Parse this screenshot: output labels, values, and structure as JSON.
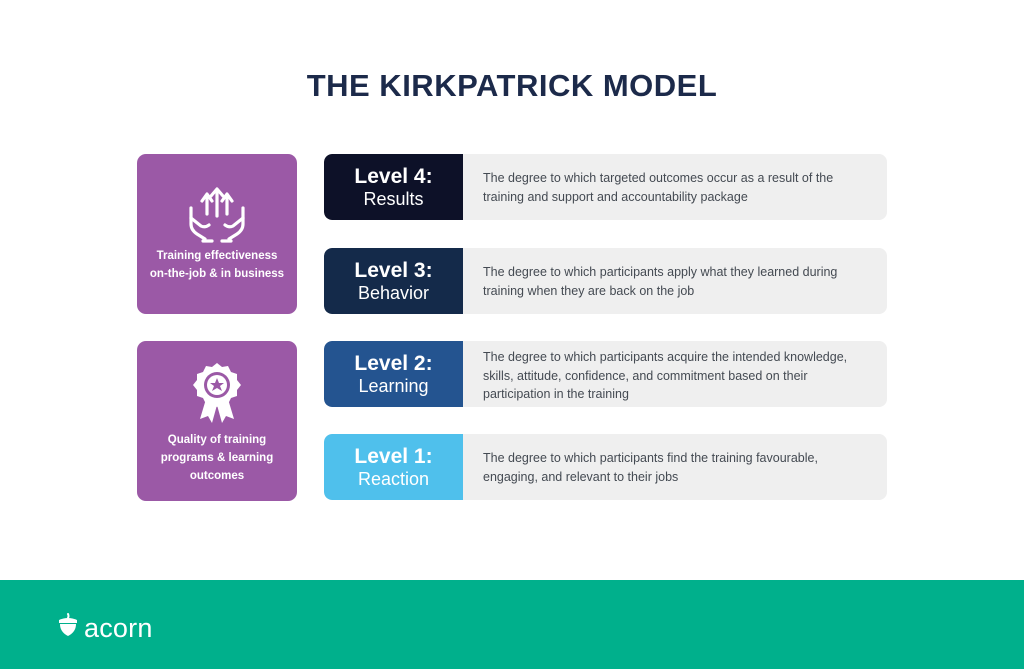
{
  "title": "THE KIRKPATRICK MODEL",
  "groups": [
    {
      "label_lines": [
        "Training effectiveness",
        "on-the-job & in business"
      ],
      "icon": "hands-arrows-up-icon",
      "color": "#9b59a6"
    },
    {
      "label_lines": [
        "Quality of training",
        "programs & learning",
        "outcomes"
      ],
      "icon": "award-ribbon-icon",
      "color": "#9b59a6"
    }
  ],
  "levels": [
    {
      "level": "Level 4:",
      "name": "Results",
      "color": "#0d1128",
      "description": "The degree to which targeted outcomes occur as a result of the training and support and accountability package"
    },
    {
      "level": "Level 3:",
      "name": "Behavior",
      "color": "#142a4a",
      "description": "The degree to which participants apply what they learned during training when they are back on the job"
    },
    {
      "level": "Level 2:",
      "name": "Learning",
      "color": "#245490",
      "description": "The degree to which participants acquire the intended knowledge, skills, attitude, confidence, and commitment based on their participation in the training"
    },
    {
      "level": "Level 1:",
      "name": "Reaction",
      "color": "#4fc0ec",
      "description": "The degree to which participants find the training favourable, engaging, and relevant to their jobs"
    }
  ],
  "brand": {
    "name": "acorn",
    "icon": "acorn-icon",
    "footer_color": "#00b08c"
  }
}
